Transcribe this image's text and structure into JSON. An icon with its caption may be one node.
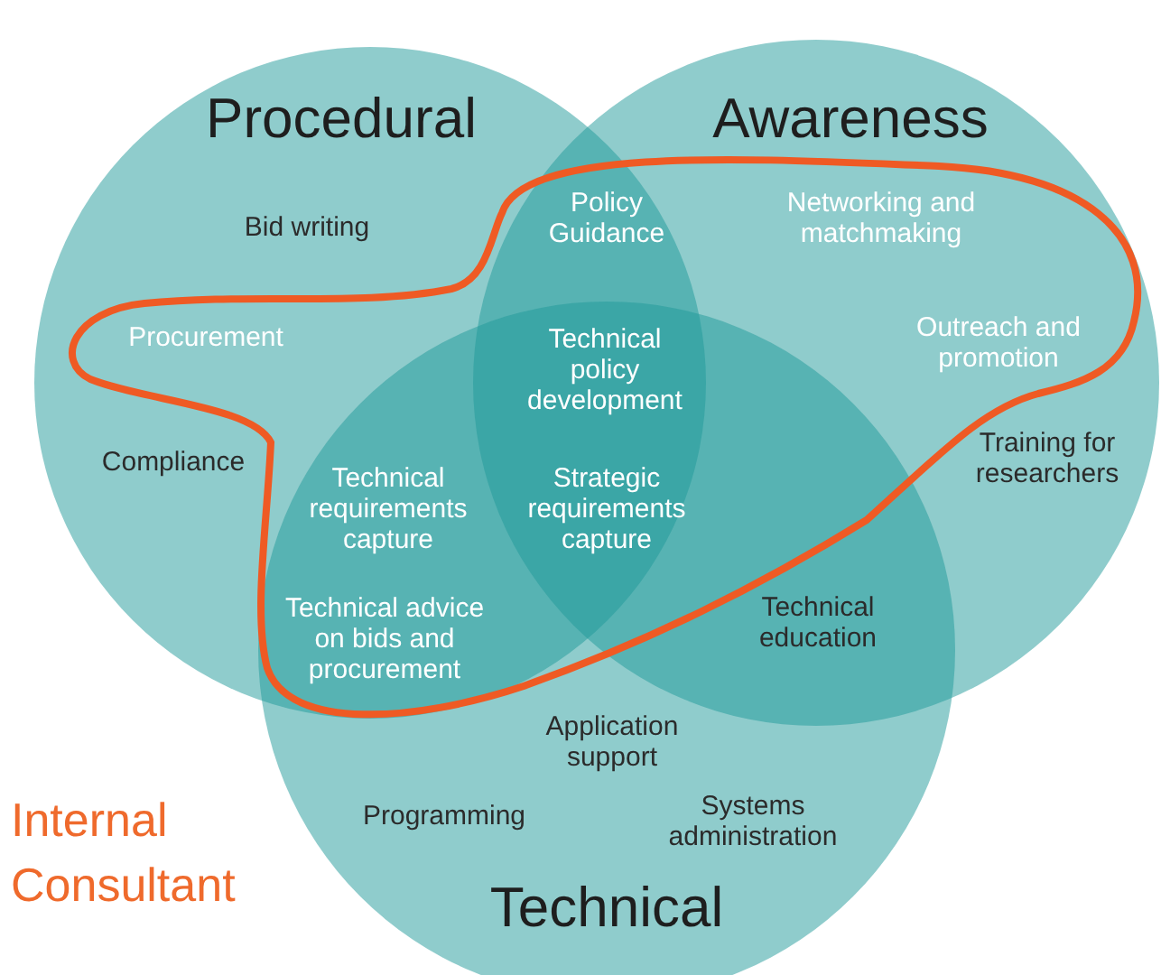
{
  "diagram": {
    "nodes": [
      {
        "text": [
          "Procedural"
        ]
      },
      {
        "text": [
          "Awareness"
        ]
      },
      {
        "text": [
          "Technical"
        ]
      }
    ],
    "labels": [
      "Bid writing",
      "Policy Guidance",
      "Networking and matchmaking",
      "Procurement",
      "Technical policy development",
      "Outreach and promotion",
      "Training for researchers",
      "Compliance",
      "Technical requirements capture",
      "Strategic requirements capture",
      "Technical advice on bids and procurement",
      "Technical education",
      "Application support",
      "Internal Consultant",
      "Programming",
      "Systems administration"
    ]
  }
}
